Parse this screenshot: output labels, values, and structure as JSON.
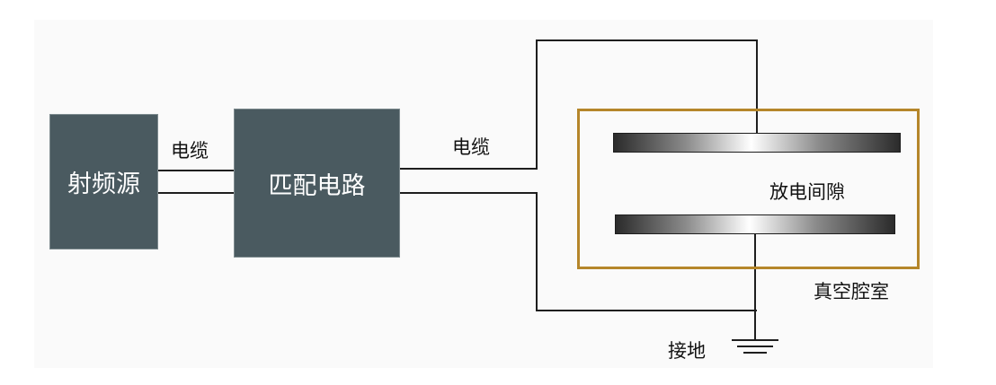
{
  "diagram": {
    "rf_source": "射频源",
    "matching_circuit": "匹配电路",
    "cable_label_1": "电缆",
    "cable_label_2": "电缆",
    "discharge_gap": "放电间隙",
    "vacuum_chamber": "真空腔室",
    "ground": "接地"
  },
  "colors": {
    "block_fill": "#4a5a60",
    "chamber_border": "#b5862a",
    "wire": "#1e1e1e"
  }
}
